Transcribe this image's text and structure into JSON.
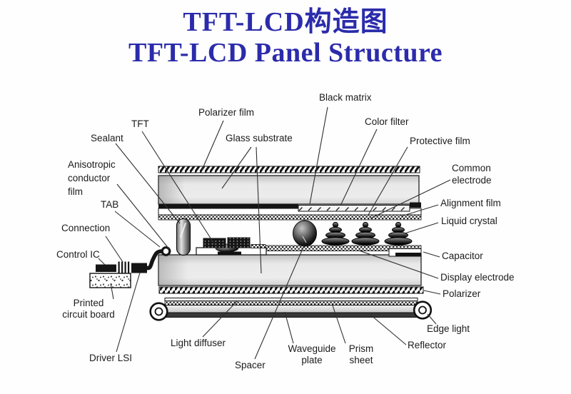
{
  "title": {
    "line1": "TFT-LCD构造图",
    "line2": "TFT-LCD Panel Structure"
  },
  "colors": {
    "title_blue": "#2b2bab",
    "ink": "#1b1b1b"
  },
  "labels": {
    "polarizer_film": "Polarizer film",
    "tft": "TFT",
    "sealant": "Sealant",
    "glass_substrate": "Glass substrate",
    "black_matrix": "Black matrix",
    "color_filter": "Color filter",
    "protective_film": "Protective film",
    "anisotropic_conductor_film": "Anisotropic\nconductor\nfilm",
    "common_electrode": "Common\nelectrode",
    "tab": "TAB",
    "alignment_film": "Alignment film",
    "connection": "Connection",
    "liquid_crystal": "Liquid crystal",
    "control_ic": "Control IC",
    "capacitor": "Capacitor",
    "display_electrode": "Display electrode",
    "polarizer": "Polarizer",
    "printed_circuit_board": "Printed\ncircuit board",
    "edge_light": "Edge light",
    "reflector": "Reflector",
    "light_diffuser": "Light diffuser",
    "driver_lsi": "Driver LSI",
    "spacer": "Spacer",
    "waveguide_plate": "Waveguide\nplate",
    "prism_sheet": "Prism\nsheet"
  }
}
